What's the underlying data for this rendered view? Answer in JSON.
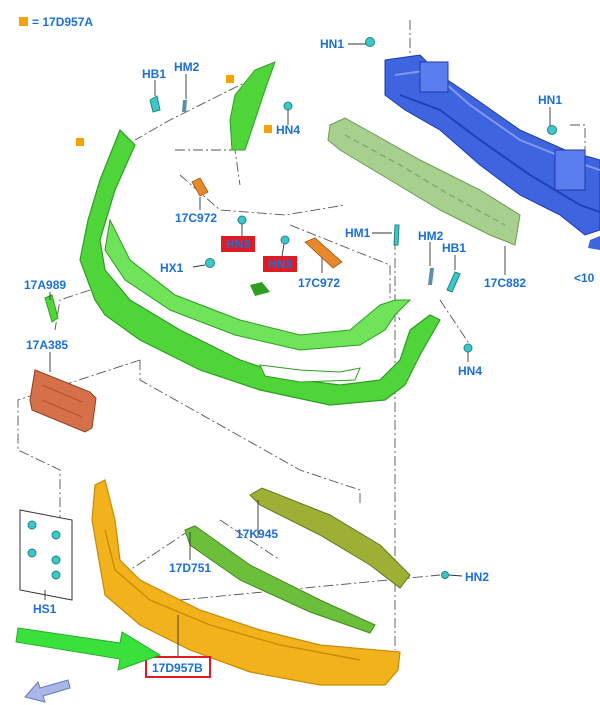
{
  "legend": {
    "text": "= 17D957A",
    "marker_color": "#f5a300"
  },
  "labels": {
    "hn1_top": "HN1",
    "hn1_right": "HN1",
    "hb1_left": "HB1",
    "hm2_left": "HM2",
    "hn4_top": "HN4",
    "c972_left": "17C972",
    "hn3_left": "HN3",
    "hn3_right": "HN3",
    "hx1": "HX1",
    "hm1": "HM1",
    "hm2_right": "HM2",
    "hb1_right": "HB1",
    "c972_right": "17C972",
    "c882": "17C882",
    "cut_right": "<10",
    "a989": "17A989",
    "a385": "17A385",
    "hn4_right": "HN4",
    "k945": "17K945",
    "d751": "17D751",
    "hn2": "HN2",
    "hs1": "HS1",
    "d957b": "17D957B"
  },
  "colors": {
    "cover": "#4fd43a",
    "cover_dark": "#2e9e22",
    "reinforcement": "#3f64e0",
    "absorber": "#a7cf8e",
    "lower": "#f2b21b",
    "lower_dark": "#c98a05",
    "grille": "#9db035",
    "bracket": "#e8882c",
    "plate": "#d6704a",
    "highlight_red": "#e01b24",
    "arrow_green": "#39e23a",
    "clip": "#3cc8c8"
  }
}
